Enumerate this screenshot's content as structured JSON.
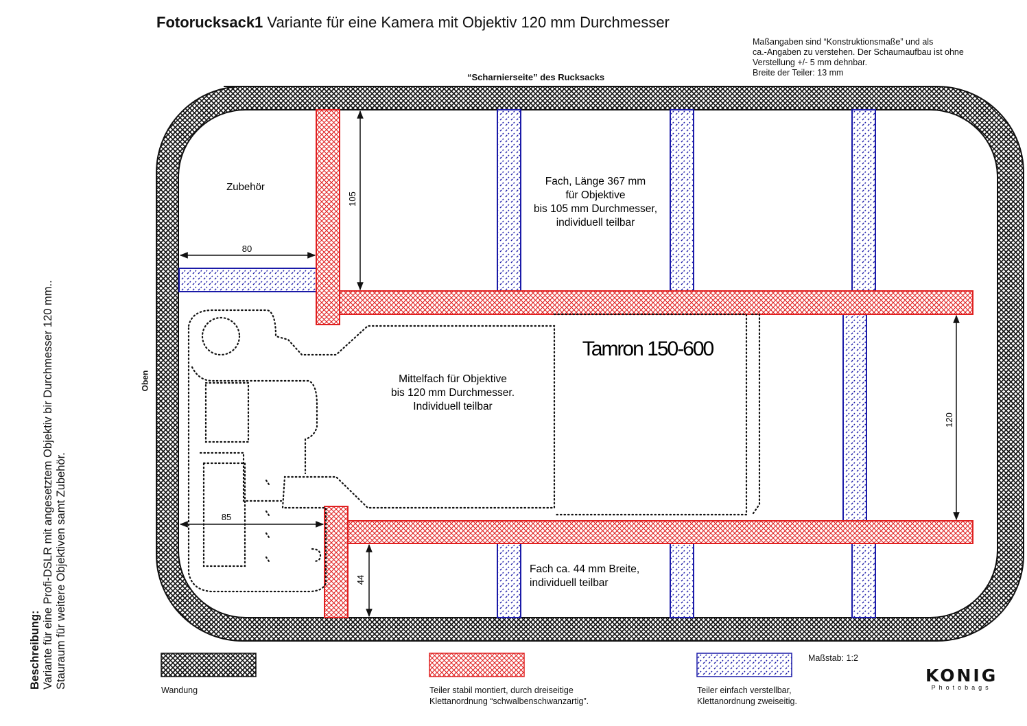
{
  "header": {
    "title_bold": "Fotorucksack1",
    "title_rest": " Variante für eine Kamera mit Objektiv 120 mm Durchmesser"
  },
  "notes": [
    "Maßangaben sind “Konstruktionsmaße” und als",
    "ca.-Angaben zu verstehen. Der Schaumaufbau ist ohne",
    "Verstellung +/- 5 mm dehnbar.",
    "Breite der Teiler: 13 mm"
  ],
  "labels": {
    "hinge_side": "“Scharnierseite” des Rucksacks",
    "top_side": "Oben",
    "zubehoer": "Zubehör",
    "fach_lang": [
      "Fach, Länge 367 mm",
      "für Objektive",
      "bis 105 mm Durchmesser,",
      "individuell teilbar"
    ],
    "mittelfach": [
      "Mittelfach für Objektive",
      "bis 120 mm Durchmesser.",
      "Individuell teilbar"
    ],
    "fach_schmal": [
      "Fach ca. 44 mm Breite,",
      "individuell teilbar"
    ],
    "lens_name": "Tamron 150-600"
  },
  "dimensions": {
    "d80": "80",
    "d105": "105",
    "d120": "120",
    "d85": "85",
    "d44": "44"
  },
  "description": {
    "heading": "Beschreibung:",
    "lines": [
      "Variante für eine Profi-DSLR mit angesetztem Objektiv bir Durchmesser 120 mm..",
      "Stauraum für weitere Objektiven samt Zubehör."
    ]
  },
  "legend": {
    "wall": "Wandung",
    "fixed_divider": [
      "Teiler stabil montiert, durch dreiseitige",
      "Klettanordnung “schwalbenschwanzartig”."
    ],
    "movable_divider": [
      "Teiler einfach verstellbar,",
      "Klettanordnung zweiseitig."
    ],
    "scale": "Maßstab: 1:2"
  },
  "logo": {
    "name": "KONIG",
    "sub": "Photobags"
  },
  "colors": {
    "wall": "#222222",
    "fixed_divider": "#e02020",
    "movable_divider": "#1a1aa8"
  }
}
